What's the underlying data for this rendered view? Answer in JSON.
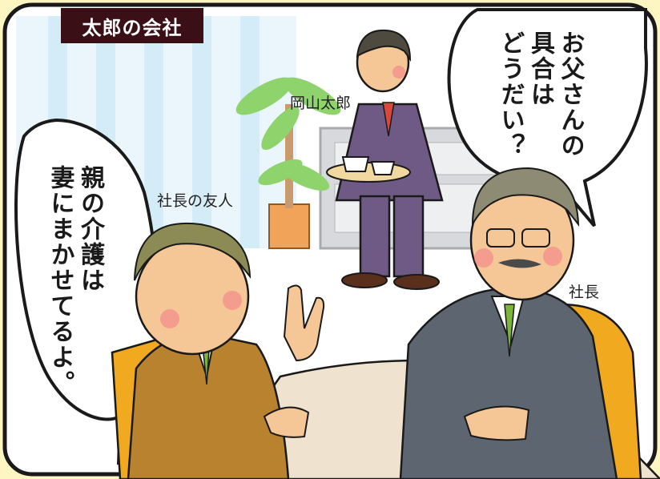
{
  "scene": {
    "title": "太郎の会社",
    "labels": {
      "taro": "岡山太郎",
      "friend": "社長の友人",
      "president": "社長"
    },
    "speech": {
      "president_lines": [
        "お父さんの",
        "具合は",
        "どうだい？"
      ],
      "friend_lines": [
        "親の介護は",
        "妻にまかせてるよ。"
      ]
    }
  },
  "colors": {
    "background": "#fdf6c3",
    "title_bg": "#3b0f16",
    "friend_suit": "#b8822e",
    "president_suit": "#5d6670",
    "taro_suit": "#6f5a86",
    "chair": "#f1a91f",
    "plant": "#8fd36d"
  }
}
